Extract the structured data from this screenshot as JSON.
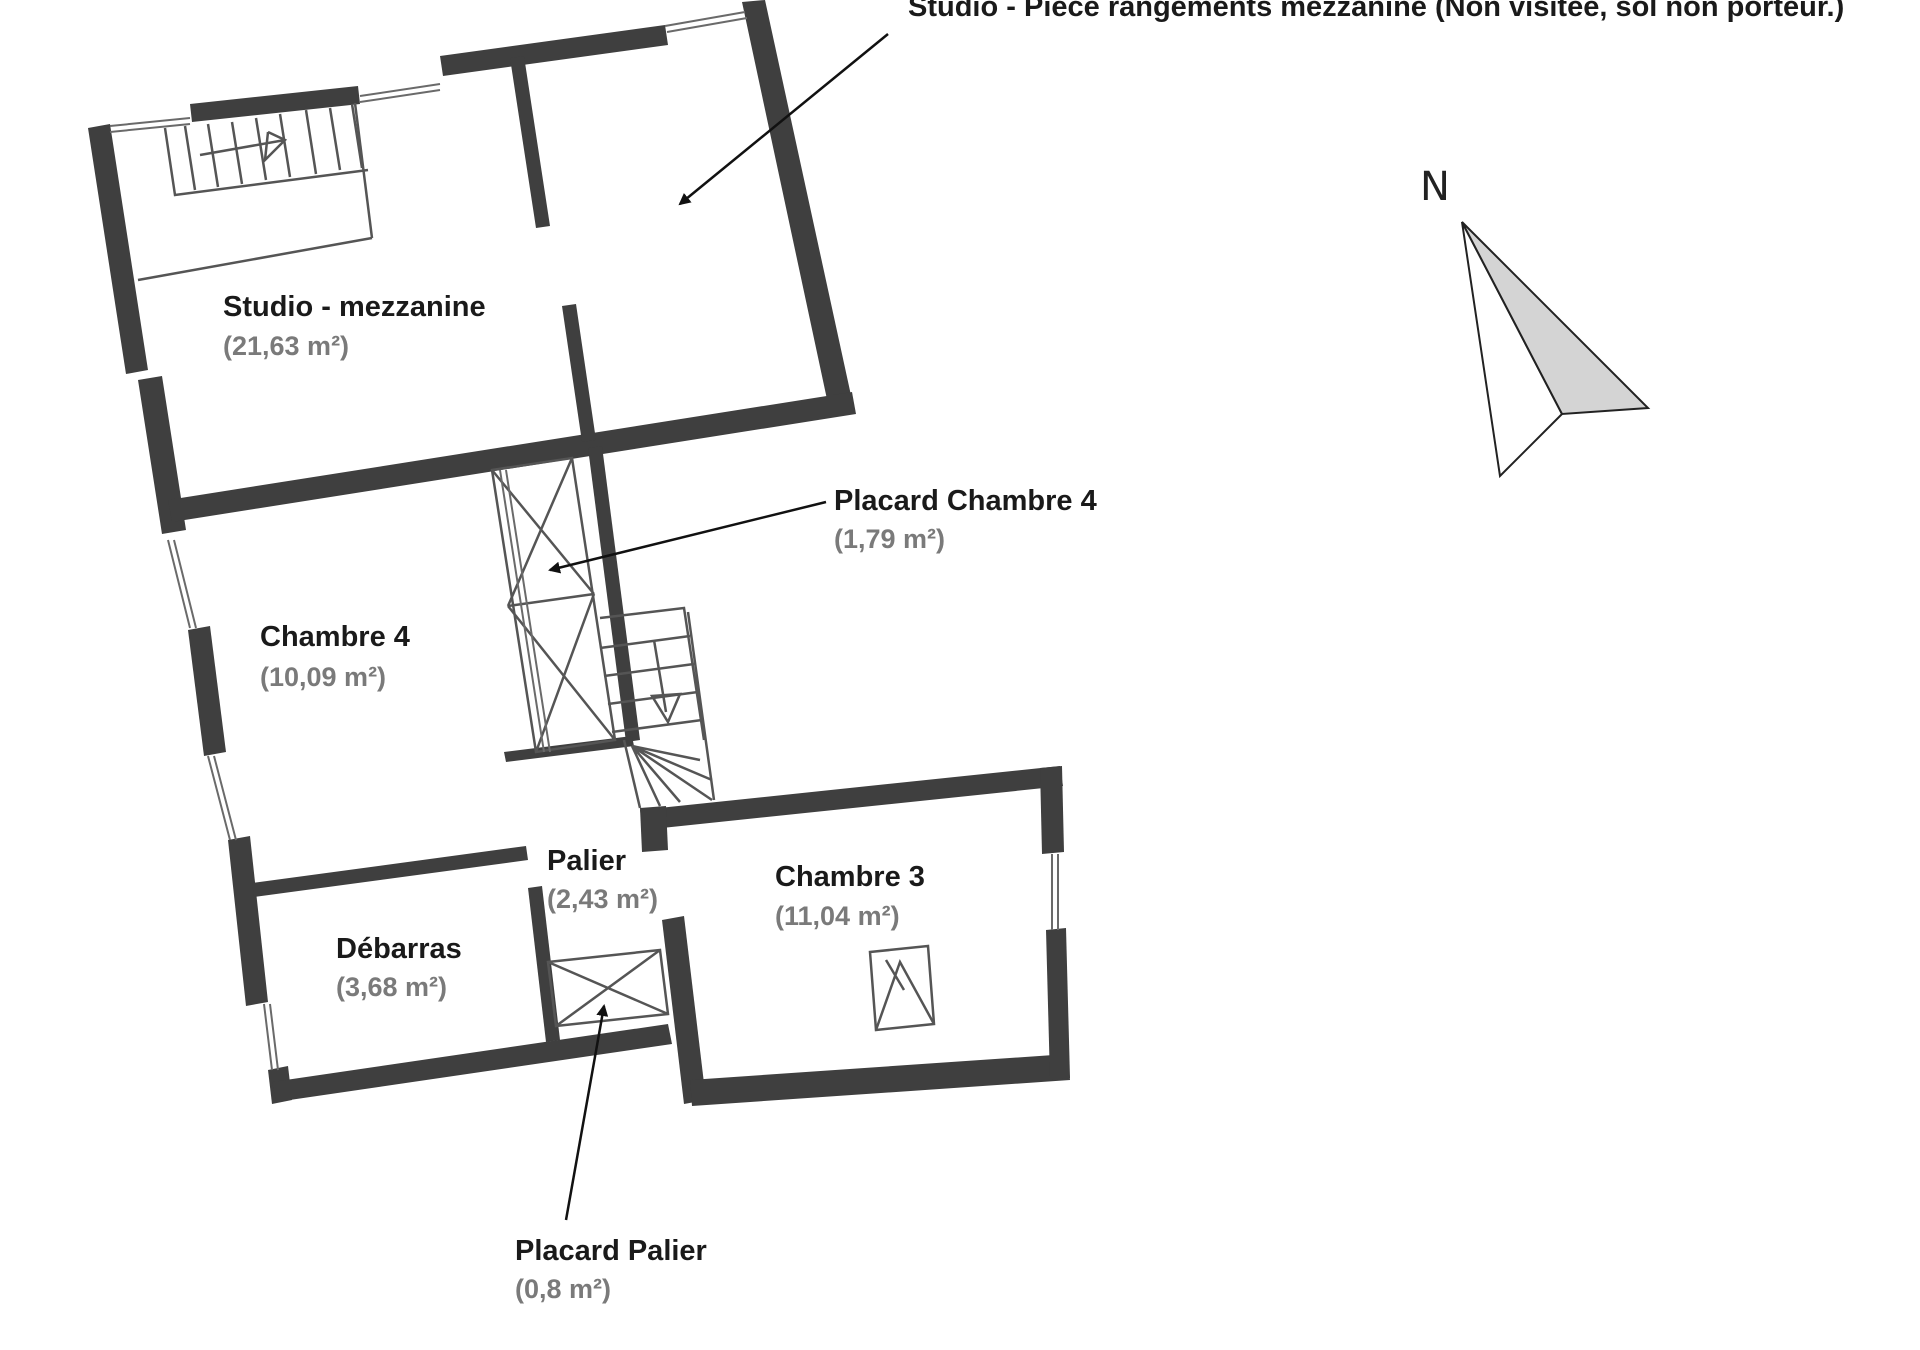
{
  "labels": {
    "studio_storage": "Studio - Pièce rangements mezzanine (Non visitée, sol non porteur.)",
    "studio_mezzanine": "Studio - mezzanine",
    "studio_mezzanine_area": "(21,63 m²)",
    "placard_chambre4": "Placard Chambre 4",
    "placard_chambre4_area": "(1,79 m²)",
    "chambre4": "Chambre 4",
    "chambre4_area": "(10,09 m²)",
    "palier": "Palier",
    "palier_area": "(2,43 m²)",
    "chambre3": "Chambre 3",
    "chambre3_area": "(11,04 m²)",
    "debarras": "Débarras",
    "debarras_area": "(3,68 m²)",
    "placard_palier": "Placard Palier",
    "placard_palier_area": "(0,8 m²)"
  },
  "compass": {
    "letter": "N",
    "icon": "north-arrow-icon"
  },
  "colors": {
    "wall": "#3f3f3f",
    "label": "#1a1a1a",
    "area": "#7a7a7a",
    "compass_fill": "#d4d4d4"
  }
}
